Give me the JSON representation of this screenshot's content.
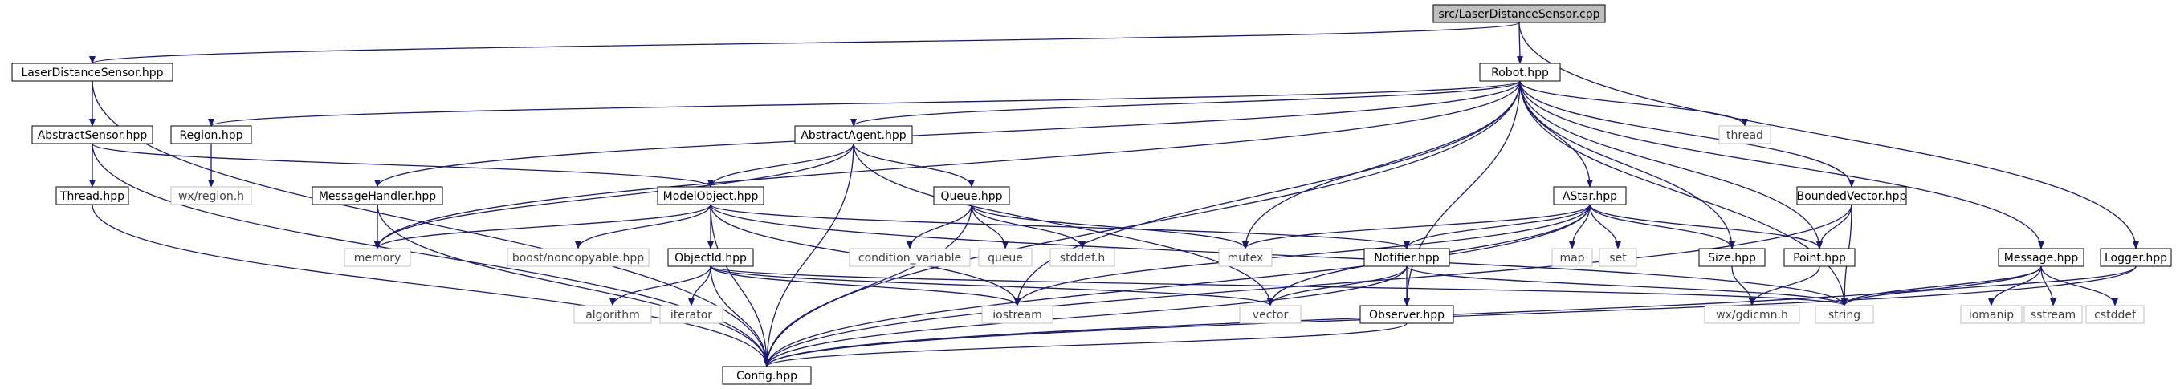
{
  "diagram": {
    "colors": {
      "edge": "#191970",
      "root_fill": "#bfbfbf",
      "node_fill": "#ffffff",
      "node_border": "#000000",
      "external_border": "#bfbfbf",
      "external_text": "#404040"
    },
    "nodes": [
      {
        "id": "root",
        "label": "src/LaserDistanceSensor.cpp",
        "kind": "root"
      },
      {
        "id": "lds",
        "label": "LaserDistanceSensor.hpp",
        "kind": "file"
      },
      {
        "id": "robot",
        "label": "Robot.hpp",
        "kind": "file"
      },
      {
        "id": "logger",
        "label": "Logger.hpp",
        "kind": "file"
      },
      {
        "id": "abssensor",
        "label": "AbstractSensor.hpp",
        "kind": "file"
      },
      {
        "id": "region",
        "label": "Region.hpp",
        "kind": "file"
      },
      {
        "id": "absagent",
        "label": "AbstractAgent.hpp",
        "kind": "file"
      },
      {
        "id": "thread",
        "label": "thread",
        "kind": "external"
      },
      {
        "id": "bounded",
        "label": "BoundedVector.hpp",
        "kind": "file"
      },
      {
        "id": "threadhpp",
        "label": "Thread.hpp",
        "kind": "file"
      },
      {
        "id": "wxregion",
        "label": "wx/region.h",
        "kind": "external"
      },
      {
        "id": "msghandler",
        "label": "MessageHandler.hpp",
        "kind": "file"
      },
      {
        "id": "modelobj",
        "label": "ModelObject.hpp",
        "kind": "file"
      },
      {
        "id": "queue",
        "label": "Queue.hpp",
        "kind": "file"
      },
      {
        "id": "astar",
        "label": "AStar.hpp",
        "kind": "file"
      },
      {
        "id": "message",
        "label": "Message.hpp",
        "kind": "file"
      },
      {
        "id": "memory",
        "label": "memory",
        "kind": "external"
      },
      {
        "id": "noncopyable",
        "label": "boost/noncopyable.hpp",
        "kind": "external"
      },
      {
        "id": "objectid",
        "label": "ObjectId.hpp",
        "kind": "file"
      },
      {
        "id": "condvar",
        "label": "condition_variable",
        "kind": "external"
      },
      {
        "id": "queue_std",
        "label": "queue",
        "kind": "external"
      },
      {
        "id": "stddef",
        "label": "stddef.h",
        "kind": "external"
      },
      {
        "id": "mutex",
        "label": "mutex",
        "kind": "external"
      },
      {
        "id": "notifier",
        "label": "Notifier.hpp",
        "kind": "file"
      },
      {
        "id": "map",
        "label": "map",
        "kind": "external"
      },
      {
        "id": "set",
        "label": "set",
        "kind": "external"
      },
      {
        "id": "size",
        "label": "Size.hpp",
        "kind": "file"
      },
      {
        "id": "point",
        "label": "Point.hpp",
        "kind": "file"
      },
      {
        "id": "iomanip",
        "label": "iomanip",
        "kind": "external"
      },
      {
        "id": "sstream",
        "label": "sstream",
        "kind": "external"
      },
      {
        "id": "cstddef",
        "label": "cstddef",
        "kind": "external"
      },
      {
        "id": "algorithm",
        "label": "algorithm",
        "kind": "external"
      },
      {
        "id": "iterator",
        "label": "iterator",
        "kind": "external"
      },
      {
        "id": "iostream",
        "label": "iostream",
        "kind": "external"
      },
      {
        "id": "vector",
        "label": "vector",
        "kind": "external"
      },
      {
        "id": "observer",
        "label": "Observer.hpp",
        "kind": "file"
      },
      {
        "id": "string",
        "label": "string",
        "kind": "external"
      },
      {
        "id": "wxgdicmn",
        "label": "wx/gdicmn.h",
        "kind": "external"
      },
      {
        "id": "config",
        "label": "Config.hpp",
        "kind": "file"
      }
    ],
    "edges": [
      [
        "root",
        "lds"
      ],
      [
        "root",
        "robot"
      ],
      [
        "root",
        "logger"
      ],
      [
        "lds",
        "abssensor"
      ],
      [
        "lds",
        "config"
      ],
      [
        "robot",
        "region"
      ],
      [
        "robot",
        "absagent"
      ],
      [
        "robot",
        "thread"
      ],
      [
        "robot",
        "bounded"
      ],
      [
        "robot",
        "msghandler"
      ],
      [
        "robot",
        "astar"
      ],
      [
        "robot",
        "message"
      ],
      [
        "robot",
        "memory"
      ],
      [
        "robot",
        "mutex"
      ],
      [
        "robot",
        "iostream"
      ],
      [
        "robot",
        "observer"
      ],
      [
        "robot",
        "size"
      ],
      [
        "robot",
        "point"
      ],
      [
        "robot",
        "string"
      ],
      [
        "robot",
        "config"
      ],
      [
        "logger",
        "string"
      ],
      [
        "logger",
        "config"
      ],
      [
        "abssensor",
        "threadhpp"
      ],
      [
        "abssensor",
        "modelobj"
      ],
      [
        "abssensor",
        "config"
      ],
      [
        "threadhpp",
        "config"
      ],
      [
        "region",
        "wxregion"
      ],
      [
        "absagent",
        "modelobj"
      ],
      [
        "absagent",
        "queue"
      ],
      [
        "absagent",
        "memory"
      ],
      [
        "absagent",
        "vector"
      ],
      [
        "absagent",
        "config"
      ],
      [
        "msghandler",
        "memory"
      ],
      [
        "msghandler",
        "config"
      ],
      [
        "modelobj",
        "memory"
      ],
      [
        "modelobj",
        "noncopyable"
      ],
      [
        "modelobj",
        "objectid"
      ],
      [
        "modelobj",
        "notifier"
      ],
      [
        "modelobj",
        "iostream"
      ],
      [
        "modelobj",
        "string"
      ],
      [
        "modelobj",
        "config"
      ],
      [
        "queue",
        "condvar"
      ],
      [
        "queue",
        "queue_std"
      ],
      [
        "queue",
        "stddef"
      ],
      [
        "queue",
        "mutex"
      ],
      [
        "queue",
        "config"
      ],
      [
        "objectid",
        "algorithm"
      ],
      [
        "objectid",
        "iterator"
      ],
      [
        "objectid",
        "iostream"
      ],
      [
        "objectid",
        "vector"
      ],
      [
        "objectid",
        "string"
      ],
      [
        "objectid",
        "config"
      ],
      [
        "astar",
        "mutex"
      ],
      [
        "astar",
        "map"
      ],
      [
        "astar",
        "set"
      ],
      [
        "astar",
        "size"
      ],
      [
        "astar",
        "point"
      ],
      [
        "astar",
        "notifier"
      ],
      [
        "astar",
        "vector"
      ],
      [
        "astar",
        "iostream"
      ],
      [
        "astar",
        "config"
      ],
      [
        "notifier",
        "observer"
      ],
      [
        "notifier",
        "vector"
      ],
      [
        "notifier",
        "string"
      ],
      [
        "notifier",
        "config"
      ],
      [
        "observer",
        "config"
      ],
      [
        "size",
        "wxgdicmn"
      ],
      [
        "point",
        "wxgdicmn"
      ],
      [
        "bounded",
        "point"
      ],
      [
        "bounded",
        "string"
      ],
      [
        "bounded",
        "config"
      ],
      [
        "message",
        "string"
      ],
      [
        "message",
        "iomanip"
      ],
      [
        "message",
        "sstream"
      ],
      [
        "message",
        "cstddef"
      ],
      [
        "message",
        "config"
      ]
    ]
  }
}
